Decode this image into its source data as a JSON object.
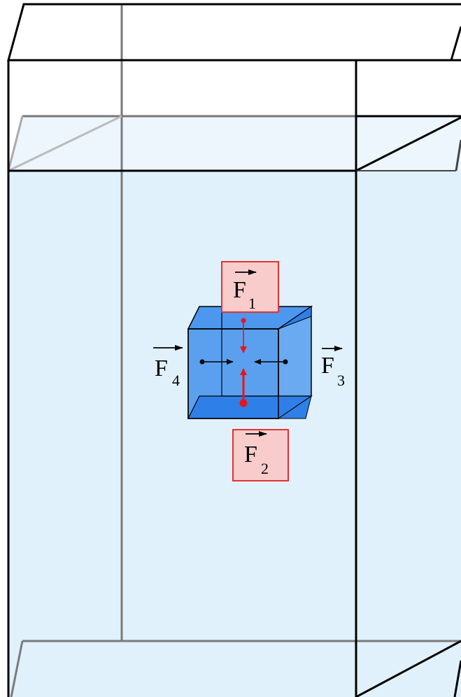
{
  "colors": {
    "water": "#e1f1fc",
    "water_top": "#edf6fd",
    "cube_face": "#5ba0ef",
    "cube_top": "#4e97ee",
    "cube_side": "#3b89ec",
    "cube_bottom": "#2f7fe8",
    "label_box_fill": "#f9cccc",
    "label_box_stroke": "#e3322f",
    "force_red": "#e8141c",
    "frame": "#000000",
    "back_frame": "#7a7a7a"
  },
  "forces": [
    {
      "id": "F1",
      "symbol": "F",
      "subscript": "1",
      "direction": "down",
      "boxed": true
    },
    {
      "id": "F2",
      "symbol": "F",
      "subscript": "2",
      "direction": "up",
      "boxed": true
    },
    {
      "id": "F3",
      "symbol": "F",
      "subscript": "3",
      "direction": "left",
      "boxed": false
    },
    {
      "id": "F4",
      "symbol": "F",
      "subscript": "4",
      "direction": "right",
      "boxed": false
    }
  ]
}
